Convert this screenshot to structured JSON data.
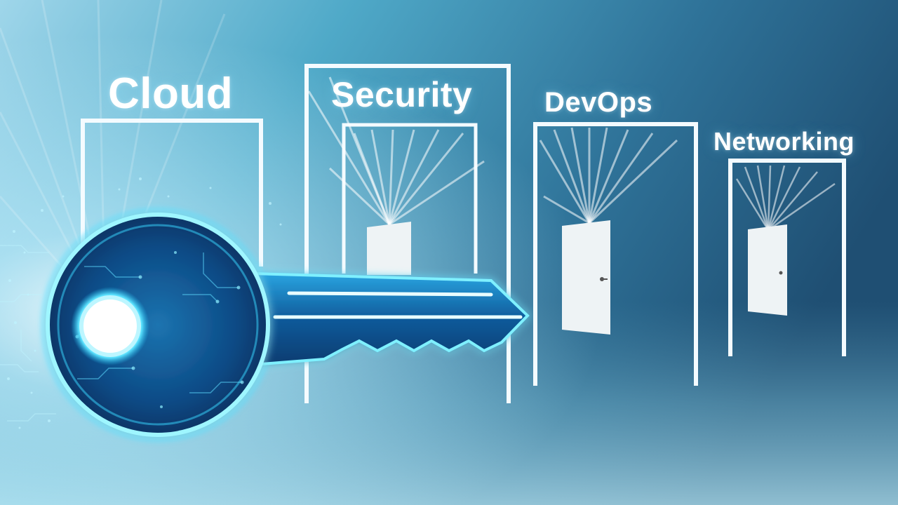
{
  "scene": {
    "labels": {
      "cloud": "Cloud",
      "security": "Security",
      "devops": "DevOps",
      "networking": "Networking"
    },
    "colors": {
      "sky_light": "#9fd6ea",
      "sky_dark": "#1f4f73",
      "frame": "#f4fbff",
      "door": "#eef3f5",
      "key_glow": "#39d7ff",
      "key_dark": "#0c3c72"
    }
  }
}
